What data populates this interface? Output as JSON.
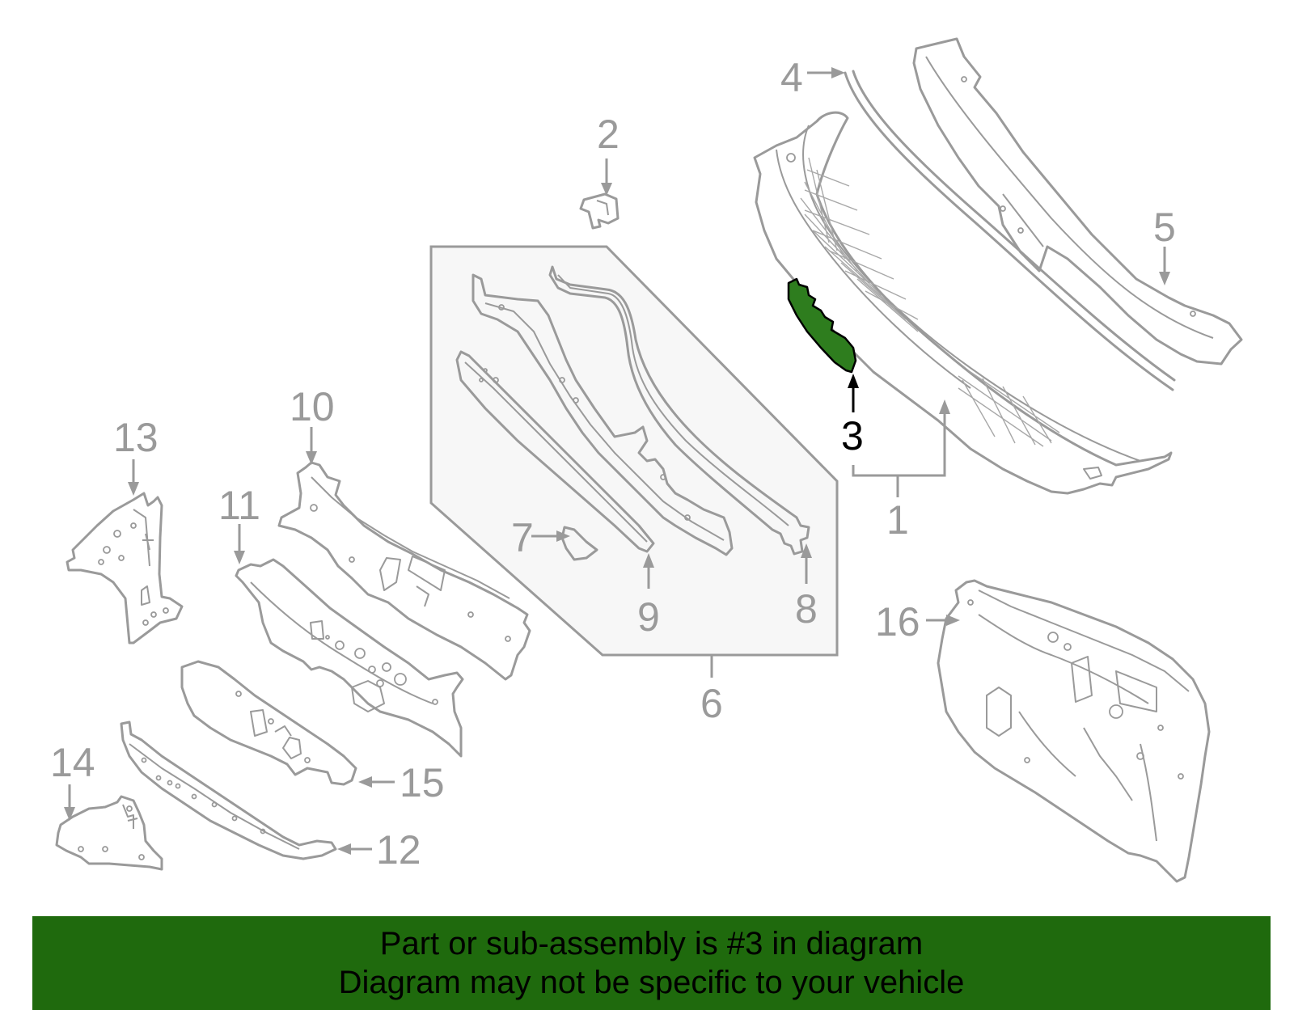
{
  "callouts": {
    "c1": "1",
    "c2": "2",
    "c3": "3",
    "c4": "4",
    "c5": "5",
    "c6": "6",
    "c7": "7",
    "c8": "8",
    "c9": "9",
    "c10": "10",
    "c11": "11",
    "c12": "12",
    "c13": "13",
    "c14": "14",
    "c15": "15",
    "c16": "16"
  },
  "highlighted_part": "3",
  "colors": {
    "highlight_fill": "#2e7d1e",
    "line_gray": "#9a9a9a",
    "panel_bg": "#f7f7f7",
    "banner_bg": "#1f6a0d",
    "banner_text": "#000000"
  },
  "banner": {
    "line1": "Part or sub-assembly is #3 in diagram",
    "line2": "Diagram may not be specific to your vehicle"
  }
}
